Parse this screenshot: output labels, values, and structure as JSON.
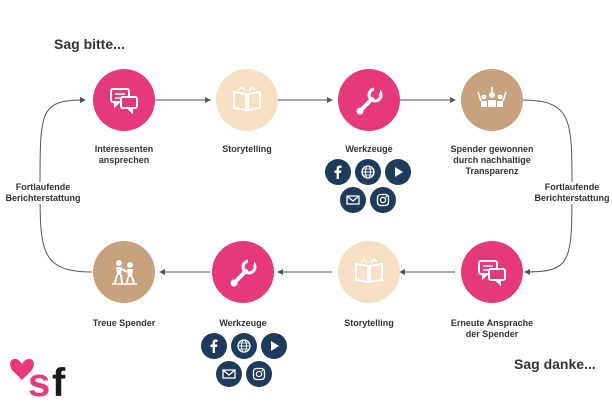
{
  "headings": {
    "top_left": "Sag bitte...",
    "bottom_right": "Sag danke..."
  },
  "colors": {
    "pink": "#e6397a",
    "peach": "#f6dfc3",
    "tan": "#c8a27e",
    "social_dark": "#1f3b5c",
    "arrow": "#555555"
  },
  "top_row": [
    {
      "label": "Interessenten\nansprechen",
      "icon": "chat-bubbles-icon",
      "color": "pink"
    },
    {
      "label": "Storytelling",
      "icon": "open-book-icon",
      "color": "peach"
    },
    {
      "label": "Werkzeuge",
      "icon": "wrench-icon",
      "color": "pink"
    },
    {
      "label": "Spender gewonnen\ndurch nachhaltige\nTransparenz",
      "icon": "crowd-icon",
      "color": "tan"
    }
  ],
  "bottom_row": [
    {
      "label": "Treue Spender",
      "icon": "helping-hand-icon",
      "color": "tan"
    },
    {
      "label": "Werkzeuge",
      "icon": "wrench-icon",
      "color": "pink"
    },
    {
      "label": "Storytelling",
      "icon": "open-book-icon",
      "color": "peach"
    },
    {
      "label": "Erneute Ansprache\nder Spender",
      "icon": "chat-bubbles-icon",
      "color": "pink"
    }
  ],
  "side_labels": {
    "left": "Fortlaufende\nBerichterstattung",
    "right": "Fortlaufende\nBerichterstattung"
  },
  "social_icons": [
    "facebook-icon",
    "globe-icon",
    "play-icon",
    "mail-icon",
    "instagram-icon"
  ],
  "logo": {
    "text": "sf"
  }
}
